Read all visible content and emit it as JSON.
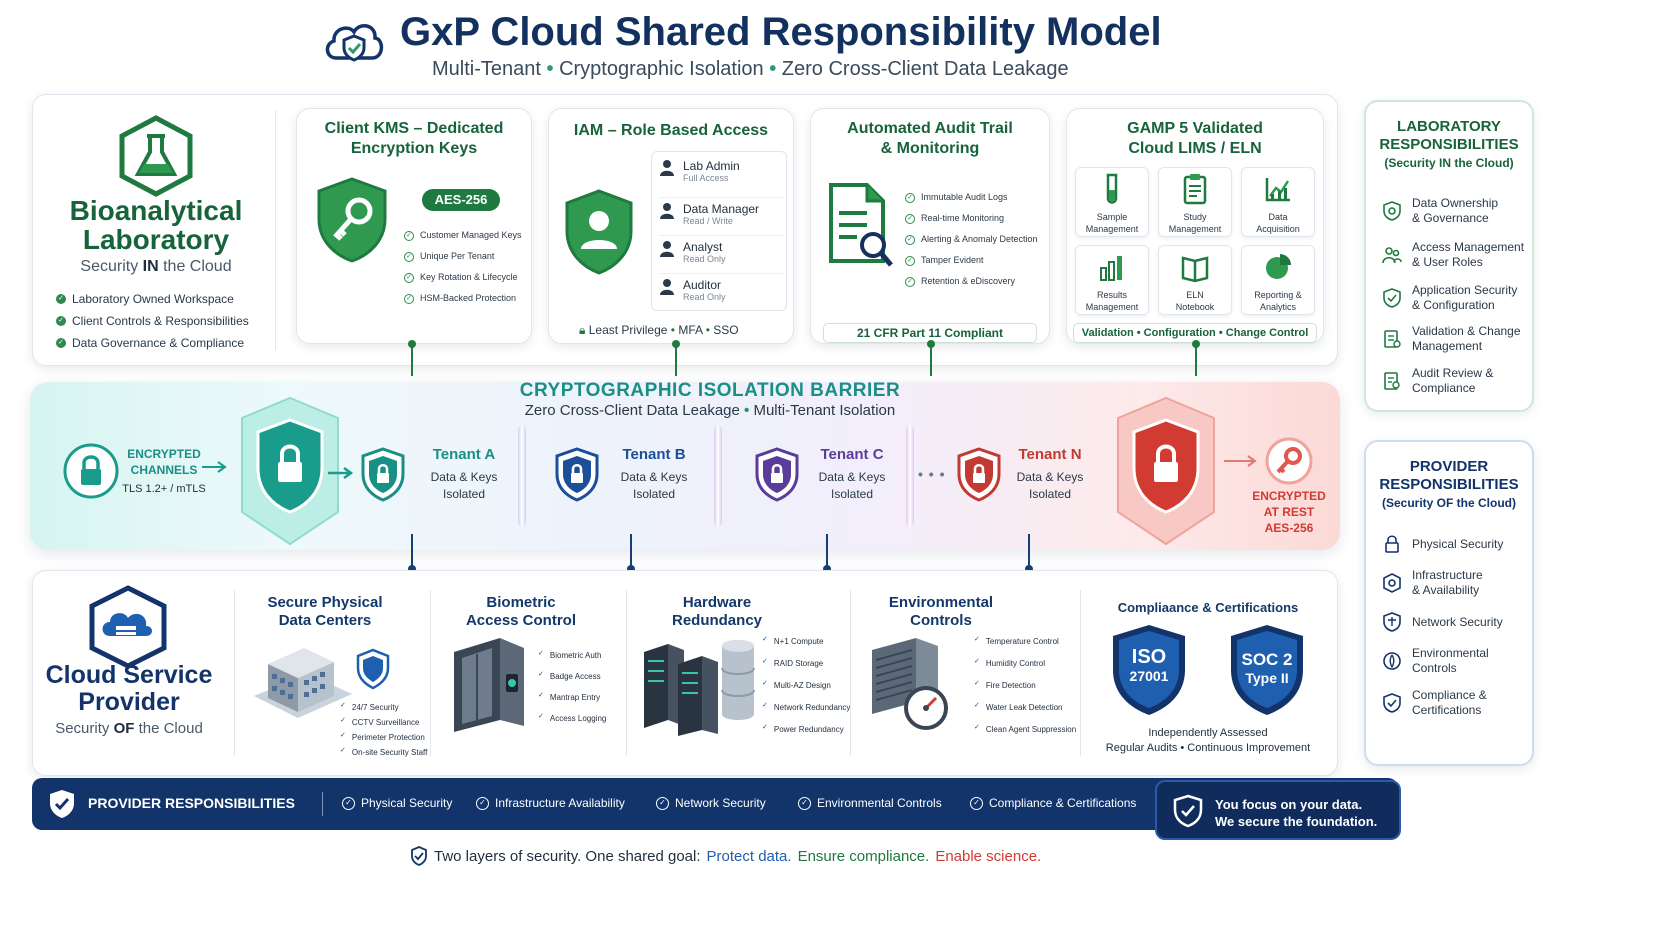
{
  "header": {
    "title": "GxP Cloud Shared Responsibility Model",
    "sub1": "Multi-Tenant",
    "sub2": "Cryptographic Isolation",
    "sub3": "Zero Cross-Client Data Leakage",
    "bullet": "•"
  },
  "lab": {
    "name1": "Bioanalytical",
    "name2": "Laboratory",
    "tagline_pre": "Security ",
    "tagline_em": "IN",
    "tagline_post": " the Cloud",
    "items": [
      "Laboratory Owned Workspace",
      "Client Controls & Responsibilities",
      "Data Governance & Compliance"
    ]
  },
  "kms": {
    "title1": "Client KMS – Dedicated",
    "title2": "Encryption Keys",
    "badge": "AES-256",
    "items": [
      "Customer Managed Keys",
      "Unique Per Tenant",
      "Key Rotation & Lifecycle",
      "HSM-Backed Protection"
    ]
  },
  "iam": {
    "title": "IAM – Role Based Access",
    "roles": [
      {
        "name": "Lab Admin",
        "perm": "Full Access"
      },
      {
        "name": "Data Manager",
        "perm": "Read / Write"
      },
      {
        "name": "Analyst",
        "perm": "Read Only"
      },
      {
        "name": "Auditor",
        "perm": "Read Only"
      }
    ],
    "footer1": "Least Privilege",
    "footer2": "MFA",
    "footer3": "SSO"
  },
  "audit": {
    "title1": "Automated Audit Trail",
    "title2": "& Monitoring",
    "items": [
      "Immutable Audit Logs",
      "Real-time Monitoring",
      "Alerting & Anomaly Detection",
      "Tamper Evident",
      "Retention & eDiscovery"
    ],
    "badge": "21 CFR Part 11 Compliant"
  },
  "gamp": {
    "title1": "GAMP 5 Validated",
    "title2": "Cloud LIMS / ELN",
    "tiles": [
      {
        "l1": "Sample",
        "l2": "Management"
      },
      {
        "l1": "Study",
        "l2": "Management"
      },
      {
        "l1": "Data",
        "l2": "Acquisition"
      },
      {
        "l1": "Results",
        "l2": "Management"
      },
      {
        "l1": "ELN",
        "l2": "Notebook"
      },
      {
        "l1": "Reporting &",
        "l2": "Analytics"
      }
    ],
    "footer1": "Validation",
    "footer2": "Configuration",
    "footer3": "Change Control"
  },
  "barrier": {
    "title": "CRYPTOGRAPHIC ISOLATION BARRIER",
    "sub1": "Zero Cross-Client Data Leakage",
    "sub2": "Multi-Tenant Isolation",
    "left1": "ENCRYPTED",
    "left2": "CHANNELS",
    "left3": "TLS 1.2+ / mTLS",
    "right1": "ENCRYPTED",
    "right2": "AT REST",
    "right3": "AES-256",
    "ellipsis": "• • •",
    "tenants": [
      {
        "name": "Tenant A",
        "d1": "Data & Keys",
        "d2": "Isolated",
        "color": "#1a8f86"
      },
      {
        "name": "Tenant B",
        "d1": "Data & Keys",
        "d2": "Isolated",
        "color": "#1b4f9a"
      },
      {
        "name": "Tenant C",
        "d1": "Data & Keys",
        "d2": "Isolated",
        "color": "#5a3d9a"
      },
      {
        "name": "Tenant N",
        "d1": "Data & Keys",
        "d2": "Isolated",
        "color": "#c23a32"
      }
    ]
  },
  "csp": {
    "name1": "Cloud Service",
    "name2": "Provider",
    "tagline_pre": "Security ",
    "tagline_em": "OF",
    "tagline_post": " the Cloud"
  },
  "phys": {
    "title1": "Secure Physical",
    "title2": "Data Centers",
    "items": [
      "24/7 Security",
      "CCTV Surveillance",
      "Perimeter Protection",
      "On-site Security Staff"
    ]
  },
  "bio": {
    "title1": "Biometric",
    "title2": "Access Control",
    "items": [
      "Biometric Auth",
      "Badge Access",
      "Mantrap Entry",
      "Access Logging"
    ]
  },
  "hw": {
    "title1": "Hardware",
    "title2": "Redundancy",
    "items": [
      "N+1 Compute",
      "RAID Storage",
      "Multi-AZ Design",
      "Network Redundancy",
      "Power Redundancy"
    ]
  },
  "env": {
    "title1": "Environmental",
    "title2": "Controls",
    "items": [
      "Temperature Control",
      "Humidity Control",
      "Fire Detection",
      "Water Leak Detection",
      "Clean Agent Suppression"
    ]
  },
  "cert": {
    "title": "Compliaance & Certifications",
    "iso1": "ISO",
    "iso2": "27001",
    "soc1": "SOC 2",
    "soc2": "Type II",
    "line1": "Independently Assessed",
    "line2a": "Regular Audits",
    "line2b": "Continuous Improvement"
  },
  "lab_resp": {
    "t1": "LABORATORY",
    "t2": "RESPONSIBILITIES",
    "t3": "(Security IN the Cloud)",
    "items": [
      {
        "l1": "Data Ownership",
        "l2": "& Governance"
      },
      {
        "l1": "Access Management",
        "l2": "& User Roles"
      },
      {
        "l1": "Application Security",
        "l2": "& Configuration"
      },
      {
        "l1": "Validation & Change",
        "l2": "Management"
      },
      {
        "l1": "Audit Review &",
        "l2": "Compliance"
      }
    ]
  },
  "prov_resp": {
    "t1": "PROVIDER",
    "t2": "RESPONSIBILITIES",
    "t3": "(Security OF the Cloud)",
    "items": [
      {
        "l1": "Physical Security",
        "l2": ""
      },
      {
        "l1": "Infrastructure",
        "l2": "& Availability"
      },
      {
        "l1": "Network Security",
        "l2": ""
      },
      {
        "l1": "Environmental",
        "l2": "Controls"
      },
      {
        "l1": "Compliance &",
        "l2": "Certifications"
      }
    ]
  },
  "footer": {
    "label": "PROVIDER RESPONSIBILITIES",
    "items": [
      "Physical Security",
      "Infrastructure Availability",
      "Network Security",
      "Environmental Controls",
      "Compliance & Certifications"
    ],
    "focus1": "You focus on your data.",
    "focus2": "We secure the foundation."
  },
  "tagline": {
    "pre": "Two layers of security. One shared goal:",
    "a": "Protect data.",
    "b": "Ensure compliance.",
    "c": "Enable science."
  },
  "colors": {
    "navy": "#12346a",
    "green": "#1e7a3f",
    "teal": "#1a9c8c",
    "red": "#d23b32"
  }
}
